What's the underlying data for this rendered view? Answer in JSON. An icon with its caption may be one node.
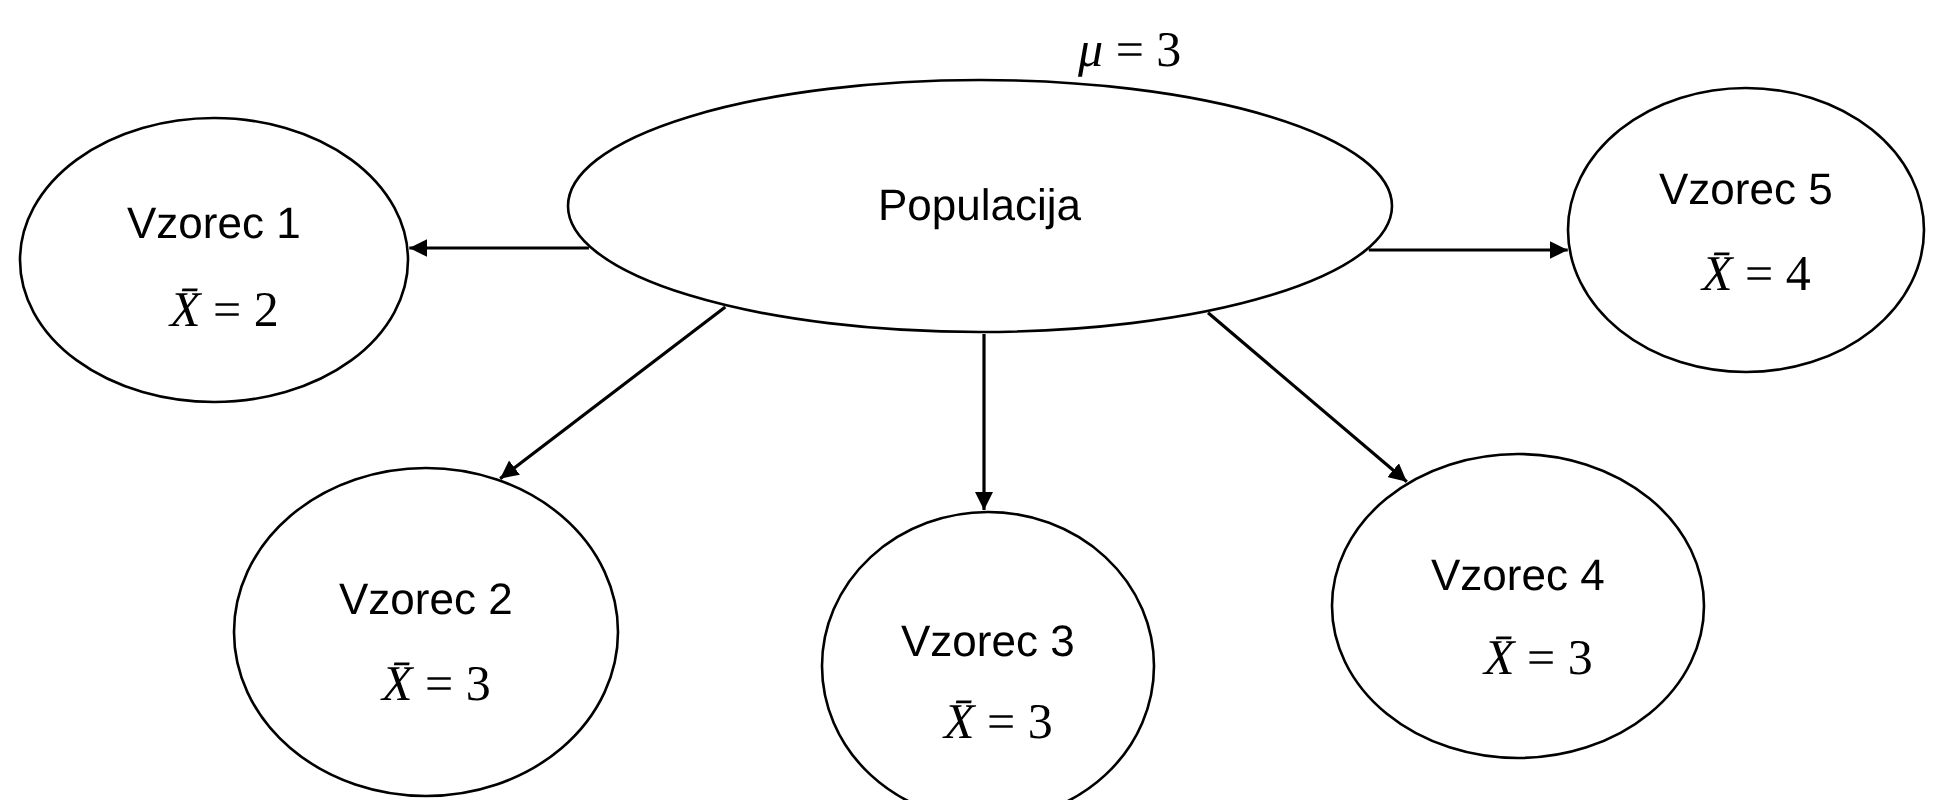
{
  "diagram": {
    "nodes": [
      {
        "text": [
          "Populacija"
        ],
        "beside": [
          "*μ* = 3"
        ]
      },
      {
        "text": [
          "Vzorec 1",
          "*X̄* = 2"
        ]
      },
      {
        "text": [
          "Vzorec 2",
          "*X̄* = 3"
        ]
      },
      {
        "text": [
          "Vzorec 3",
          "*X̄* = 3"
        ]
      },
      {
        "text": [
          "Vzorec 4",
          "*X̄* = 3"
        ]
      },
      {
        "text": [
          "Vzorec 5",
          "*X̄* = 4"
        ]
      }
    ],
    "edges": [
      {
        "from": 0,
        "to": 1,
        "arrow": "to"
      },
      {
        "from": 0,
        "to": 2,
        "arrow": "to"
      },
      {
        "from": 0,
        "to": 3,
        "arrow": "to"
      },
      {
        "from": 0,
        "to": 4,
        "arrow": "to"
      },
      {
        "from": 0,
        "to": 5,
        "arrow": "to"
      }
    ]
  }
}
